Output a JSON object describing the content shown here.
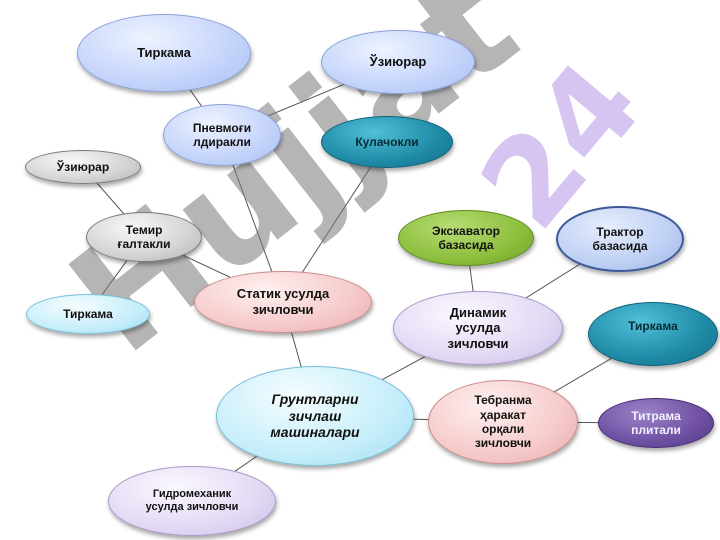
{
  "diagram": {
    "nodes": {
      "tirkama_top": {
        "label": "Тиркама"
      },
      "uziyurar_top": {
        "label": "Ўзиюрар"
      },
      "pnevmo": {
        "label": "Пневмоғи\nлдиракли"
      },
      "kulachokli": {
        "label": "Кулачокли"
      },
      "uziyurar_left": {
        "label": "Ўзиюрар"
      },
      "temir": {
        "label": "Темир\nғалтакли"
      },
      "ekskavator": {
        "label": "Экскаватор\nбазасида"
      },
      "traktor": {
        "label": "Трактор\nбазасида"
      },
      "statik": {
        "label": "Статик усулда\nзичловчи"
      },
      "tirkama_left": {
        "label": "Тиркама"
      },
      "dinamik": {
        "label": "Динамик\nусулда\nзичловчи"
      },
      "tirkama_right": {
        "label": "Тиркама"
      },
      "main": {
        "label": "Грунтларни\nзичлаш\nмашиналари"
      },
      "tebranma": {
        "label": "Тебранма\nҳаракат\nорқали\nзичловчи"
      },
      "titrama": {
        "label": "Титрама\nплитали"
      },
      "gidromexanik": {
        "label": "Гидромеханик\nусулда зичловчи"
      }
    },
    "edges": [
      [
        "tirkama_top",
        "pnevmo"
      ],
      [
        "uziyurar_top",
        "pnevmo"
      ],
      [
        "pnevmo",
        "statik"
      ],
      [
        "kulachokli",
        "statik"
      ],
      [
        "uziyurar_left",
        "temir"
      ],
      [
        "temir",
        "statik"
      ],
      [
        "tirkama_left",
        "temir"
      ],
      [
        "statik",
        "main"
      ],
      [
        "traktor",
        "dinamik"
      ],
      [
        "ekskavator",
        "dinamik"
      ],
      [
        "dinamik",
        "main"
      ],
      [
        "main",
        "tebranma"
      ],
      [
        "tebranma",
        "tirkama_right"
      ],
      [
        "tebranma",
        "titrama"
      ],
      [
        "main",
        "gidromexanik"
      ]
    ]
  },
  "watermark": {
    "text": "Hujjat",
    "number": "24"
  }
}
